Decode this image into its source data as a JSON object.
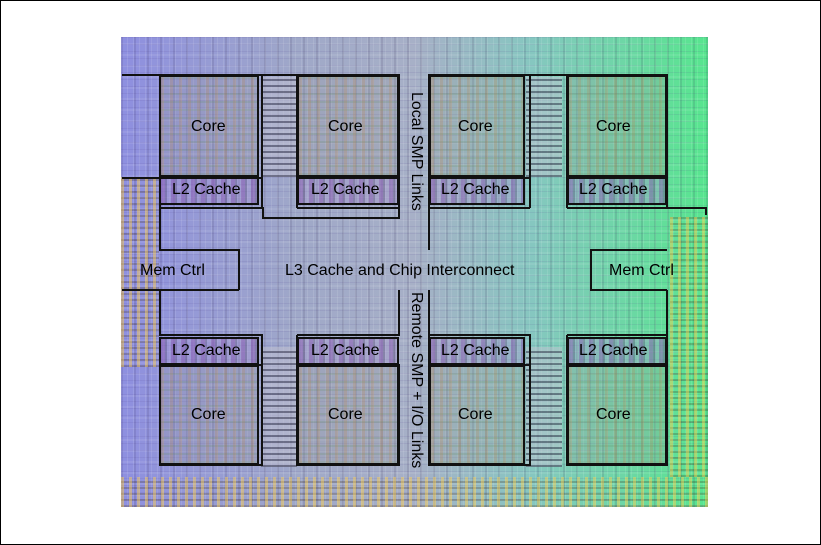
{
  "colors": {
    "die_left": "#8e8fe0",
    "die_right": "#57e58e",
    "outline": "#111111"
  },
  "labels": {
    "core_tl1": "Core",
    "core_tl2": "Core",
    "core_tr1": "Core",
    "core_tr2": "Core",
    "core_bl1": "Core",
    "core_bl2": "Core",
    "core_br1": "Core",
    "core_br2": "Core",
    "l2_tl1": "L2 Cache",
    "l2_tl2": "L2 Cache",
    "l2_tr1": "L2 Cache",
    "l2_tr2": "L2 Cache",
    "l2_bl1": "L2 Cache",
    "l2_bl2": "L2 Cache",
    "l2_br1": "L2 Cache",
    "l2_br2": "L2 Cache",
    "mem_ctrl_left": "Mem Ctrl",
    "mem_ctrl_right": "Mem Ctrl",
    "l3": "L3 Cache and Chip Interconnect",
    "local_smp": "Local SMP Links",
    "remote_smp": "Remote SMP + I/O Links"
  }
}
